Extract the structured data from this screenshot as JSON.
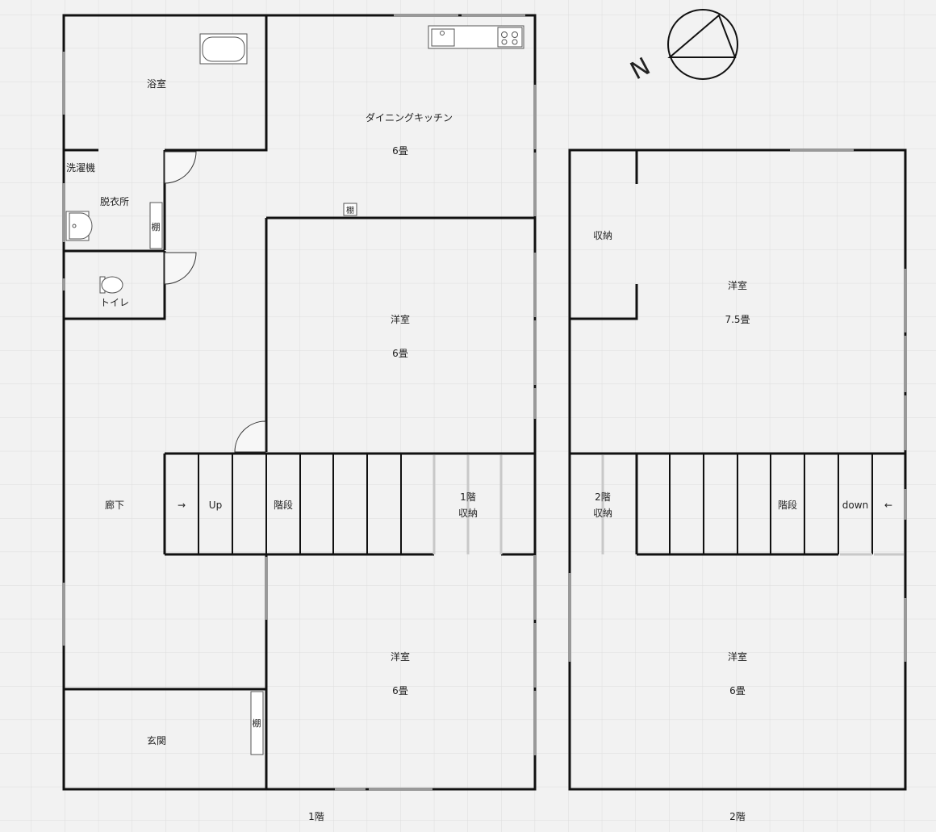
{
  "compass": {
    "label": "N"
  },
  "floor1": {
    "caption": "1階",
    "bath": "浴室",
    "dining_kitchen": {
      "name": "ダイニングキッチン",
      "size": "6畳"
    },
    "washer": "洗濯機",
    "dressing": "脱衣所",
    "shelf": "棚",
    "shelf_kitchen": "棚",
    "toilet": "トイレ",
    "room_mid": {
      "name": "洋室",
      "size": "6畳"
    },
    "hallway": "廊下",
    "arrow": "→",
    "up": "Up",
    "stairs": "階段",
    "storage": {
      "line1": "1階",
      "line2": "収納"
    },
    "room_bottom": {
      "name": "洋室",
      "size": "6畳"
    },
    "entrance": "玄関",
    "shelf_entrance": "棚"
  },
  "floor2": {
    "caption": "2階",
    "storage_top": "収納",
    "room_top": {
      "name": "洋室",
      "size": "7.5畳"
    },
    "storage": {
      "line1": "2階",
      "line2": "収納"
    },
    "stairs": "階段",
    "down": "down",
    "arrow": "←",
    "room_bottom": {
      "name": "洋室",
      "size": "6畳"
    }
  }
}
